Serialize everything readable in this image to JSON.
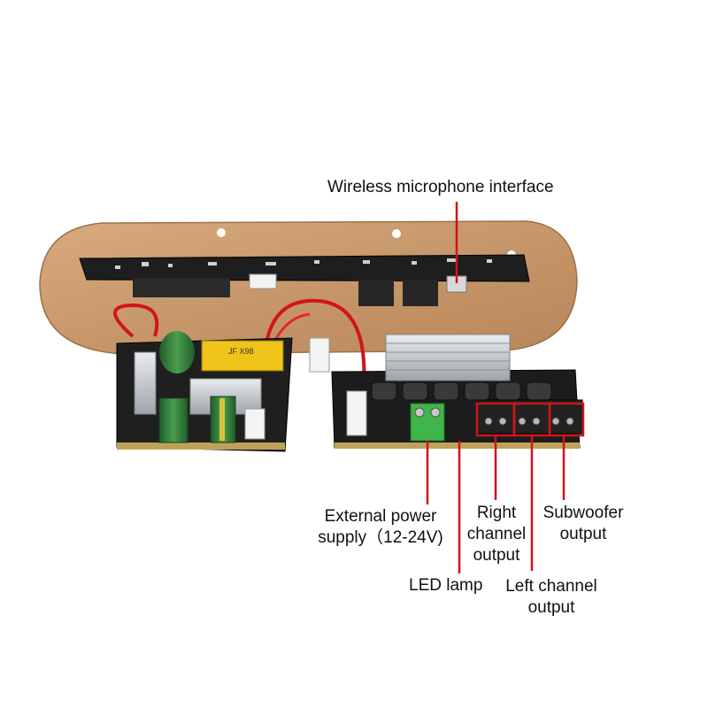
{
  "callouts": {
    "wireless_mic": "Wireless microphone interface",
    "external_power": [
      "External power",
      "supply（12-24V)"
    ],
    "right_channel": [
      "Right",
      "channel",
      "output"
    ],
    "subwoofer": [
      "Subwoofer",
      "output"
    ],
    "led_lamp": "LED lamp",
    "left_channel": [
      "Left channel",
      "output"
    ]
  },
  "board_markings": {
    "transformer_code": "JF  X98"
  },
  "colors": {
    "callout_line": "#d1121b",
    "background": "#ffffff",
    "panel": "#c9996b",
    "pcb": "#1c1c1c",
    "terminal_green": "#3fb54a"
  }
}
